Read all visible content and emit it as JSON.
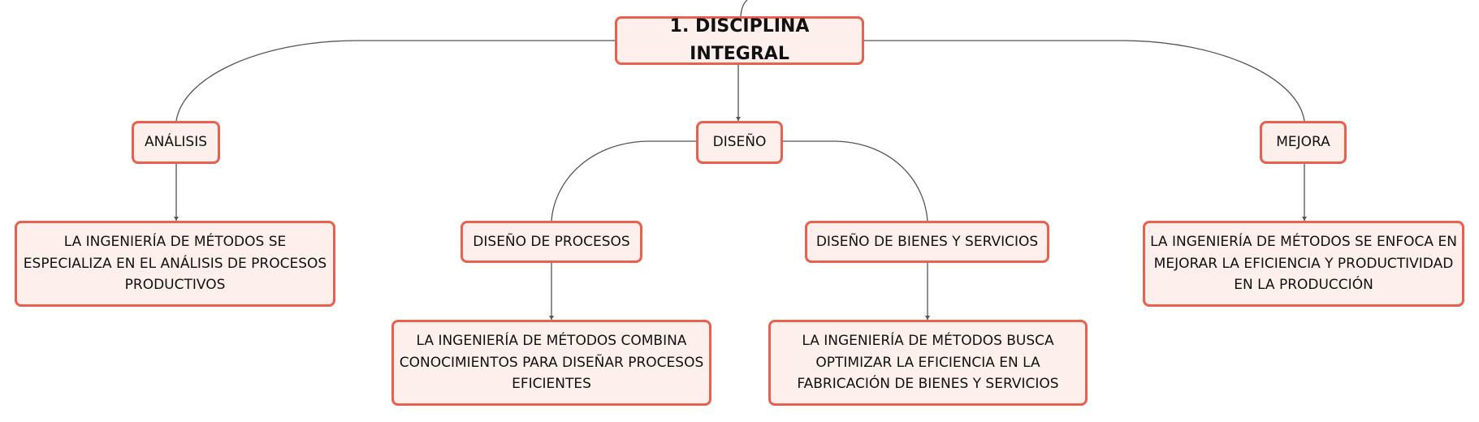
{
  "colors": {
    "node_fill": "#fdf0ec",
    "node_border": "#e8604e",
    "connector": "#555555",
    "text": "#111111"
  },
  "root": {
    "label": "1. DISCIPLINA INTEGRAL"
  },
  "branches": {
    "analisis": {
      "label": "ANÁLISIS",
      "detail": "LA INGENIERÍA DE MÉTODOS SE ESPECIALIZA EN EL ANÁLISIS DE PROCESOS PRODUCTIVOS"
    },
    "diseno": {
      "label": "DISEÑO",
      "procesos": {
        "label": "DISEÑO DE PROCESOS",
        "detail": "LA INGENIERÍA DE MÉTODOS COMBINA CONOCIMIENTOS PARA DISEÑAR PROCESOS EFICIENTES"
      },
      "bienes": {
        "label": "DISEÑO DE BIENES Y SERVICIOS",
        "detail": "LA INGENIERÍA DE MÉTODOS BUSCA OPTIMIZAR LA EFICIENCIA EN LA FABRICACIÓN DE BIENES Y SERVICIOS"
      }
    },
    "mejora": {
      "label": "MEJORA",
      "detail": "LA INGENIERÍA DE MÉTODOS SE ENFOCA EN MEJORAR LA EFICIENCIA Y PRODUCTIVIDAD EN LA PRODUCCIÓN"
    }
  }
}
